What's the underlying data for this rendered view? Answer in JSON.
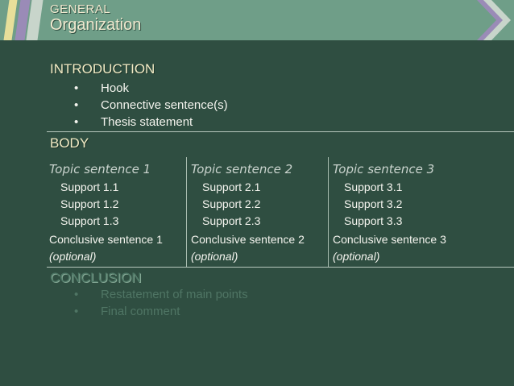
{
  "header": {
    "kicker": "GENERAL",
    "title": "Organization"
  },
  "introduction": {
    "title": "INTRODUCTION",
    "items": [
      "Hook",
      "Connective sentence(s)",
      "Thesis statement"
    ]
  },
  "body": {
    "title": "BODY",
    "columns": [
      {
        "topic": "Topic sentence 1",
        "supports": [
          "Support 1.1",
          "Support 1.2",
          "Support 1.3"
        ],
        "conclusion": "Conclusive sentence 1",
        "optional": "(optional)"
      },
      {
        "topic": "Topic sentence 2",
        "supports": [
          "Support 2.1",
          "Support 2.2",
          "Support 2.3"
        ],
        "conclusion": "Conclusive sentence 2",
        "optional": "(optional)"
      },
      {
        "topic": "Topic sentence 3",
        "supports": [
          "Support 3.1",
          "Support 3.2",
          "Support 3.3"
        ],
        "conclusion": "Conclusive sentence 3",
        "optional": "(optional)"
      }
    ]
  },
  "conclusion": {
    "title": "CONCLUSION",
    "items": [
      "Restatement of main points",
      "Final comment"
    ]
  },
  "bullet_glyph": "•",
  "colors": {
    "background": "#2f4e41",
    "header": "#6f9e88",
    "accent_yellow": "#e7df9a",
    "accent_purple": "#9a8bb7"
  }
}
